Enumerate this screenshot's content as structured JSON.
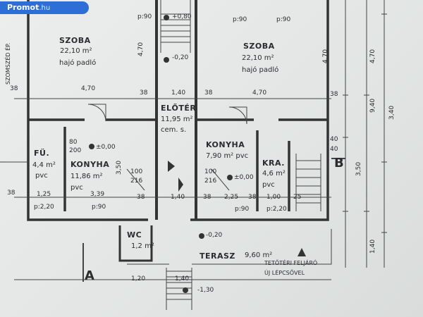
{
  "site": {
    "name": "Promot",
    "tld": ".hu"
  },
  "rooms": {
    "szoba_left": {
      "name": "SZOBA",
      "area": "22,10 m²",
      "floor": "hajó padló"
    },
    "szoba_right": {
      "name": "SZOBA",
      "area": "22,10 m²",
      "floor": "hajó padló"
    },
    "eloter": {
      "name": "ELŐTÉR",
      "area": "11,95 m²",
      "floor": "cem. s."
    },
    "konyha_right": {
      "name": "KONYHA",
      "area": "7,90 m² pvc"
    },
    "konyha_left": {
      "name": "KONYHA",
      "area": "11,86 m²",
      "floor": "pvc"
    },
    "fu": {
      "name": "FÜ.",
      "area": "4,4 m²",
      "floor": "pvc"
    },
    "kra": {
      "name": "KRA.",
      "area": "4,6 m²",
      "floor": "pvc"
    },
    "wc": {
      "name": "WC",
      "area": "1,2 m²"
    },
    "terasz": {
      "name": "TERASZ",
      "area": "9,60 m²"
    }
  },
  "notes": {
    "stair_line1": "TETŐTÉRI FELJÁRÓ",
    "stair_line2": "ÚJ LÉPCSŐVEL",
    "neighbor": "SZOMSZÉD ÉP."
  },
  "sections": {
    "a": "A",
    "b": "B"
  },
  "levels": [
    "+0,80",
    "-0,20",
    "±0,00",
    "±0,00",
    "-0,20",
    "-1,30"
  ],
  "dims": [
    "38",
    "4,70",
    "38",
    "1,40",
    "38",
    "4,70",
    "38",
    "p:90",
    "p:90",
    "p:90",
    "4,70",
    "4,70",
    "80",
    "200",
    "3,50",
    "100",
    "216",
    "100",
    "216",
    "38",
    "1,25",
    "3,39",
    "38",
    "1,40",
    "38",
    "2,25",
    "38",
    "1,00",
    "25",
    "p:2,20",
    "p:90",
    "p:90",
    "p:2,20",
    "1,20",
    "1,40",
    "9,40",
    "3,40",
    "4,70",
    "3,50",
    "1,40",
    "40",
    "40"
  ]
}
